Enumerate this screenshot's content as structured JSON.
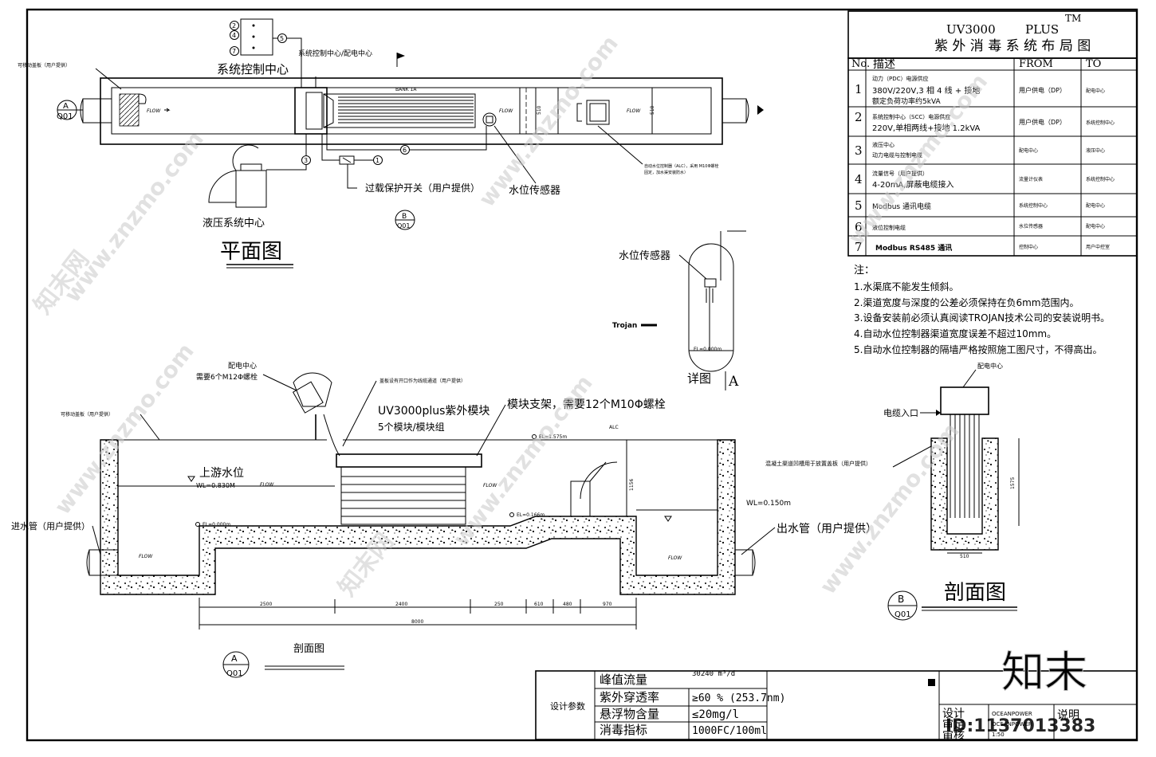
{
  "title_block": {
    "product": "UV3000",
    "product_plus": "PLUS",
    "tm": "TM",
    "title": "紫 外 消 毒 系 统 布 局 图"
  },
  "cable_table": {
    "headers": [
      "No.",
      "描述",
      "FROM",
      "TO"
    ],
    "rows": [
      {
        "no": "1",
        "desc1": "动力（PDC）电源供应",
        "desc2": "380V/220V,3 相 4 线 + 接地",
        "desc3": "额定负荷功率约5kVA",
        "from": "用户供电（DP）",
        "to": "配电中心"
      },
      {
        "no": "2",
        "desc1": "系统控制中心（SCC）电源供应",
        "desc2": "220V,单相两线+接地 1.2kVA",
        "desc3": "",
        "from": "用户供电（DP）",
        "to": "系统控制中心"
      },
      {
        "no": "3",
        "desc1": "液压中心",
        "desc2": "动力电缆与控制电缆",
        "desc3": "",
        "from": "配电中心",
        "to": "液压中心"
      },
      {
        "no": "4",
        "desc1": "流量信号（用户提供）",
        "desc2": "4-20mA,屏蔽电缆接入",
        "desc3": "",
        "from": "流量计仪表",
        "to": "系统控制中心"
      },
      {
        "no": "5",
        "desc1": "Modbus 通讯电缆",
        "desc2": "",
        "desc3": "",
        "from": "系统控制中心",
        "to": "配电中心"
      },
      {
        "no": "6",
        "desc1": "液位控制电缆",
        "desc2": "",
        "desc3": "",
        "from": "水位传感器",
        "to": "配电中心"
      },
      {
        "no": "7",
        "desc1": "Modbus RS485 通讯",
        "desc2": "",
        "desc3": "",
        "from": "控制中心",
        "to": "用户中控室"
      }
    ]
  },
  "notes": {
    "heading": "注：",
    "items": [
      "1.水渠底不能发生倾斜。",
      "2.渠道宽度与深度的公差必须保持在负6mm范围内。",
      "3.设备安装前必须认真阅读TROJAN技术公司的安装说明书。",
      "4.自动水位控制器渠道宽度误差不超过10mm。",
      "5.自动水位控制器的隔墙严格按照施工图尺寸，不得高出。"
    ]
  },
  "plan_view": {
    "title": "平面图",
    "removable_cover": "可移动盖板（用户提供）",
    "control_center": "系统控制中心",
    "control_power_center": "系统控制中心/配电中心",
    "overload_switch": "过载保护开关（用户提供）",
    "hydraulic_center": "液压系统中心",
    "level_sensor": "水位传感器",
    "bank": "BANK 1A",
    "alc_note": "自动水位控制器（ALC），采用 M10Φ螺栓",
    "alc_note2": "固定，加水渠安装防水）",
    "flow": "FLOW",
    "dim_510": "510",
    "section_a_letter": "A",
    "section_a_ref": "Q01",
    "section_b_letter": "B",
    "section_b_ref": "Q01",
    "callouts": [
      "2",
      "4",
      "7",
      "5",
      "3",
      "1",
      "6"
    ]
  },
  "detail_a": {
    "sensor_label": "水位传感器",
    "trojan": "Trojan",
    "el": "EL=0.000m",
    "title": "详图",
    "letter": "A"
  },
  "section_view": {
    "title": "剖面图",
    "power_center": "配电中心",
    "bolts": "需要6个M12Φ螺栓",
    "cover_note": "盖板设有开口作为线缆通道（用户提供）",
    "removable_cover": "可移动盖板（用户提供）",
    "module": "UV3000plus紫外模块",
    "module_count": "5个模块/模块组",
    "support": "模块支架，需要12个M10Φ螺栓",
    "upstream": "上游水位",
    "wl_up": "WL=0.830M",
    "wl_down": "WL=0.150m",
    "el_top": "EL=1.575m",
    "el_bottom": "EL=0.000m",
    "el_mid": "EL=0.166m",
    "alc": "ALC",
    "inlet": "进水管（用户提供）",
    "outlet": "出水管（用户提供）",
    "flow": "FLOW",
    "dims": [
      "2500",
      "2400",
      "250",
      "610",
      "480",
      "970"
    ],
    "total": "8000",
    "dim_1156": "1156",
    "letter": "A",
    "ref": "Q01"
  },
  "section_b": {
    "title": "剖面图",
    "power_center": "配电中心",
    "cable_inlet": "电缆入口",
    "groove_note": "混凝土渠道凹槽用于放置盖板（用户提供）",
    "dim_h": "1575",
    "dim_w": "510",
    "letter": "B",
    "ref": "Q01"
  },
  "design_params": {
    "label": "设计参数",
    "rows": [
      {
        "name": "峰值流量",
        "value": "30240 m³/d"
      },
      {
        "name": "紫外穿透率",
        "value": "≥60 %  (253.7nm)"
      },
      {
        "name": "悬浮物含量",
        "value": "≤20mg/l"
      },
      {
        "name": "消毒指标",
        "value": "1000FC/100ml"
      }
    ]
  },
  "sign_block": {
    "design": "设计",
    "check": "审定",
    "review": "审核",
    "company": "OCEANPOWER",
    "company2": "OCEANPOWER",
    "scale": "1:50",
    "note": "说明"
  },
  "watermark": {
    "brand_cn": "知末",
    "site": "www.znzmo.com",
    "brand_box": "知末网",
    "id": "ID:1137013383"
  }
}
